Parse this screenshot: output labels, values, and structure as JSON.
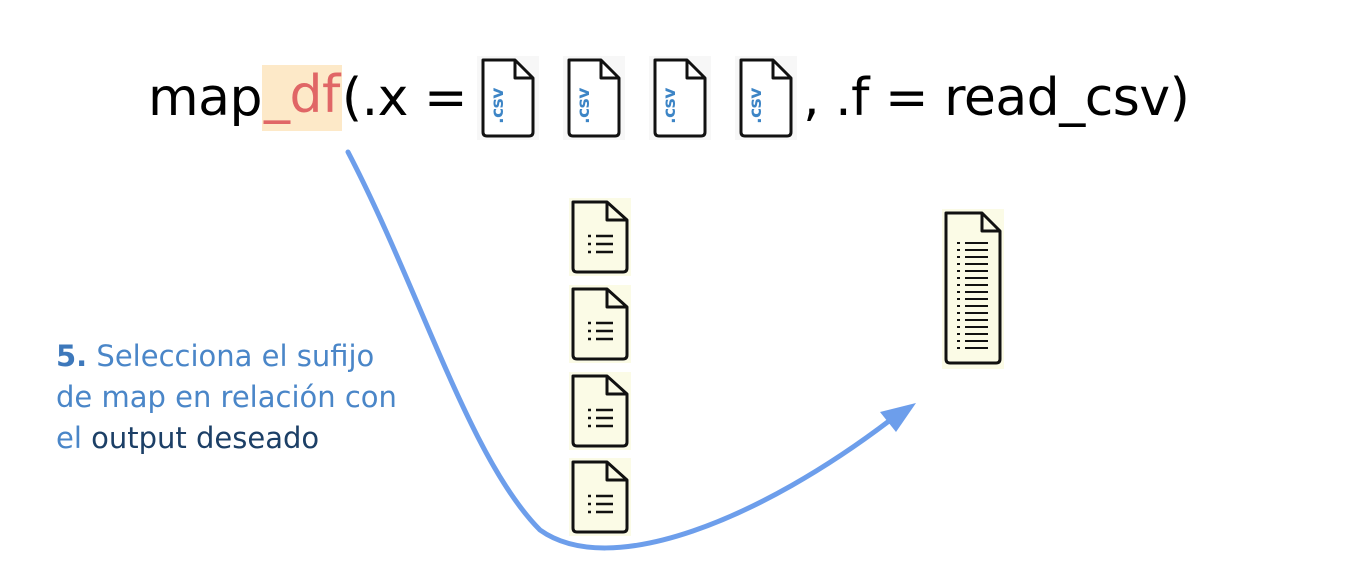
{
  "code": {
    "prefix": "map",
    "suffix": "_df",
    "args_open": "(.x =",
    "args_close": ", .f = read_csv)",
    "csv_label": ".csv",
    "csv_file_count": 4
  },
  "note": {
    "step_number": "5.",
    "line1": "Selecciona el sufijo",
    "line2": "de map en relación con",
    "line3_plain": "el",
    "line3_highlight": "output deseado"
  },
  "colors": {
    "suffix_text": "#e06666",
    "suffix_background": "#fde9c8",
    "arrow": "#6d9eeb",
    "note_text": "#4a86c8",
    "note_dark": "#1c3f66",
    "csv_label": "#3d85c6",
    "document_fill": "#fbfbe6"
  },
  "icons": {
    "csv_file": "csv-file-icon",
    "list_document": "list-document-icon",
    "combined_document": "combined-list-document-icon",
    "arrow": "curved-arrow"
  }
}
